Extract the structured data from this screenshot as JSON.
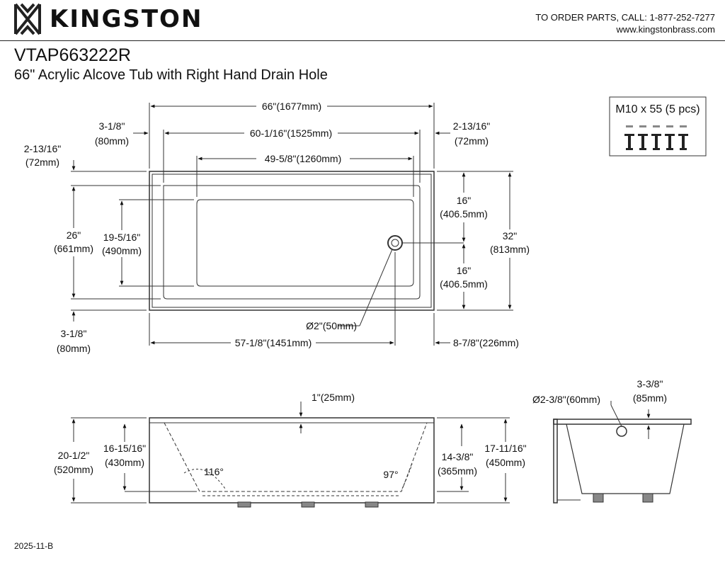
{
  "brand": {
    "name": "KINGSTON"
  },
  "contact": {
    "order_line": "TO ORDER PARTS, CALL: 1-877-252-7277",
    "website": "www.kingstonbrass.com"
  },
  "product": {
    "model": "VTAP663222R",
    "description": "66\" Acrylic Alcove Tub with Right Hand Drain Hole"
  },
  "hardware": {
    "label": "M10 x 55 (5 pcs)"
  },
  "plan_view": {
    "overall_length": "66\"(1677mm)",
    "inner_length_top": "60-1/16\"(1525mm)",
    "inner_length_bottom": "49-5/8\"(1260mm)",
    "left_flange": [
      "3-1/8\"",
      "(80mm)"
    ],
    "right_flange": [
      "2-13/16\"",
      "(72mm)"
    ],
    "top_flange": [
      "2-13/16\"",
      "(72mm)"
    ],
    "inner_width_top": [
      "26\"",
      "(661mm)"
    ],
    "inner_width_bottom": [
      "19-5/16\"",
      "(490mm)"
    ],
    "drain_upper": [
      "16\"",
      "(406.5mm)"
    ],
    "drain_lower": [
      "16\"",
      "(406.5mm)"
    ],
    "overall_width": [
      "32\"",
      "(813mm)"
    ],
    "drain_diameter": "Ø2\"(50mm)",
    "bottom_flange": [
      "3-1/8\"",
      "(80mm)"
    ],
    "drain_position": "57-1/8\"(1451mm)",
    "drain_offset": "8-7/8\"(226mm)"
  },
  "side_view": {
    "rim": "1\"(25mm)",
    "total_height": [
      "20-1/2\"",
      "(520mm)"
    ],
    "inner_depth": [
      "16-15/16\"",
      "(430mm)"
    ],
    "angle_left": "116°",
    "angle_right": "97°",
    "depth_right": [
      "14-3/8\"",
      "(365mm)"
    ],
    "height_right": [
      "17-11/16\"",
      "(450mm)"
    ]
  },
  "end_view": {
    "overflow_diameter": "Ø2-3/8\"(60mm)",
    "overflow_height": [
      "3-3/8\"",
      "(85mm)"
    ]
  },
  "revision": "2025-11-B"
}
